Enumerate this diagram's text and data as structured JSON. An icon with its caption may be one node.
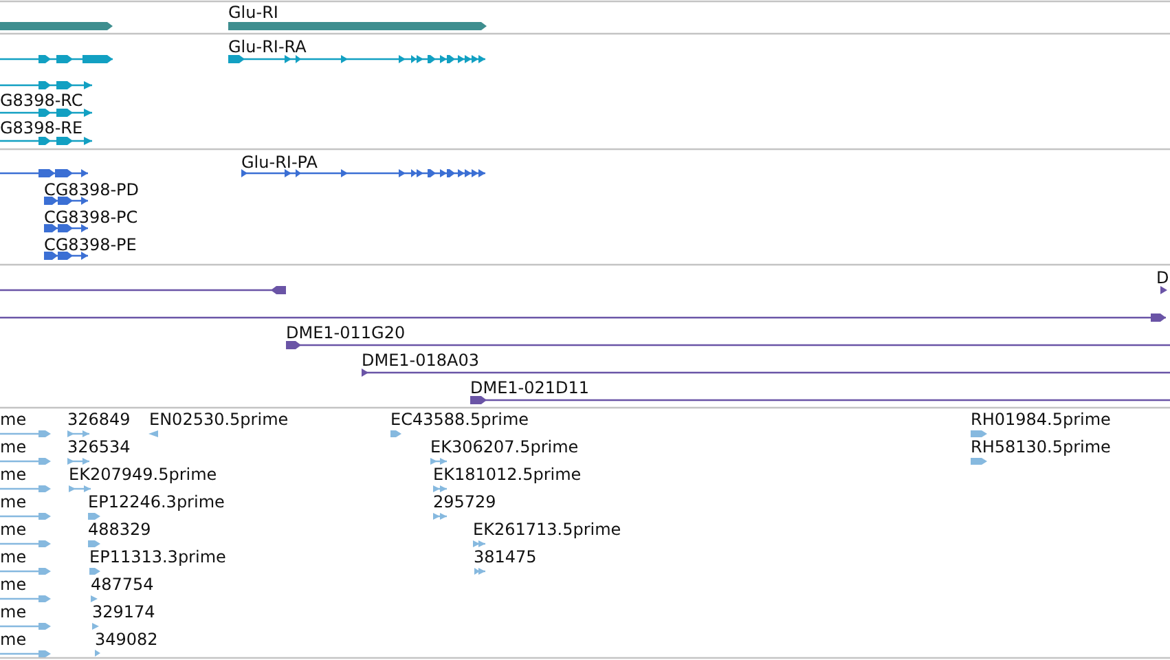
{
  "diagram": {
    "labels": [
      "Glu-RI",
      "Glu-RI-RA",
      "G8398-RC",
      "G8398-RE",
      "Glu-RI-PA",
      "CG8398-PD",
      "CG8398-PC",
      "CG8398-PE",
      "D",
      "DME1-011G20",
      "DME1-018A03",
      "DME1-021D11",
      "me",
      "326849",
      "EN02530.5prime",
      "EC43588.5prime",
      "RH01984.5prime",
      "me",
      "326534",
      "EK306207.5prime",
      "RH58130.5prime",
      "me",
      "EK207949.5prime",
      "EK181012.5prime",
      "me",
      "EP12246.3prime",
      "295729",
      "me",
      "488329",
      "EK261713.5prime",
      "me",
      "EP11313.3prime",
      "381475",
      "me",
      "487754",
      "me",
      "329174",
      "me",
      "349082"
    ]
  }
}
